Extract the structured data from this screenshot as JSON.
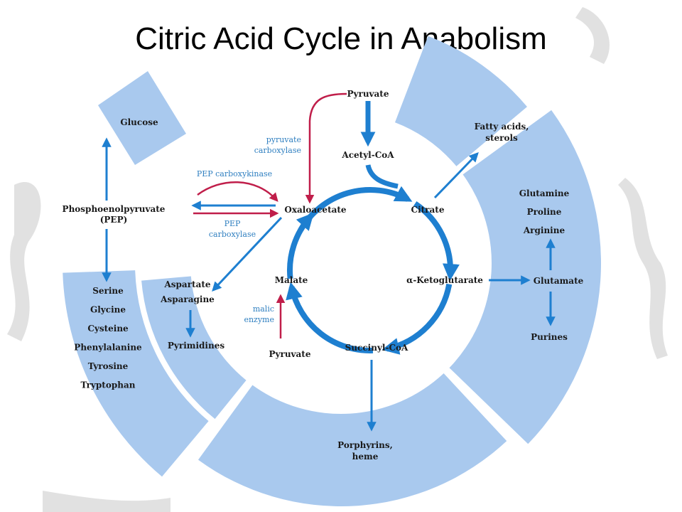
{
  "slide": {
    "title": "Citric Acid Cycle in Anabolism"
  },
  "colors": {
    "panel": "#a9c9ee",
    "blue_arrow": "#1e7fd0",
    "red_arrow": "#c01e4a",
    "enzyme_text": "#2f7fc0"
  },
  "diagram": {
    "cycle": {
      "oxaloacetate": "Oxaloacetate",
      "citrate": "Citrate",
      "ketoglutarate": "α-Ketoglutarate",
      "succinyl_coa": "Succinyl-CoA",
      "malate": "Malate",
      "acetyl_coa": "Acetyl-CoA",
      "pyruvate_top": "Pyruvate",
      "pyruvate_bottom": "Pyruvate"
    },
    "enzymes": {
      "pyruvate_carboxylase": [
        "pyruvate",
        "carboxylase"
      ],
      "pep_carboxykinase": "PEP carboxykinase",
      "pep_carboxylase": [
        "PEP",
        "carboxylase"
      ],
      "malic_enzyme": [
        "malic",
        "enzyme"
      ]
    },
    "pep": [
      "Phosphoenolpyruvate",
      "(PEP)"
    ],
    "glucose": "Glucose",
    "fatty_acids": [
      "Fatty acids,",
      "sterols"
    ],
    "amino_left": [
      "Serine",
      "Glycine",
      "Cysteine",
      "Phenylalanine",
      "Tyrosine",
      "Tryptophan"
    ],
    "aspartate_group": [
      "Aspartate",
      "Asparagine"
    ],
    "pyrimidines": "Pyrimidines",
    "glutamate_group": [
      "Glutamine",
      "Proline",
      "Arginine"
    ],
    "glutamate": "Glutamate",
    "purines": "Purines",
    "porphyrins": [
      "Porphyrins,",
      "heme"
    ]
  }
}
